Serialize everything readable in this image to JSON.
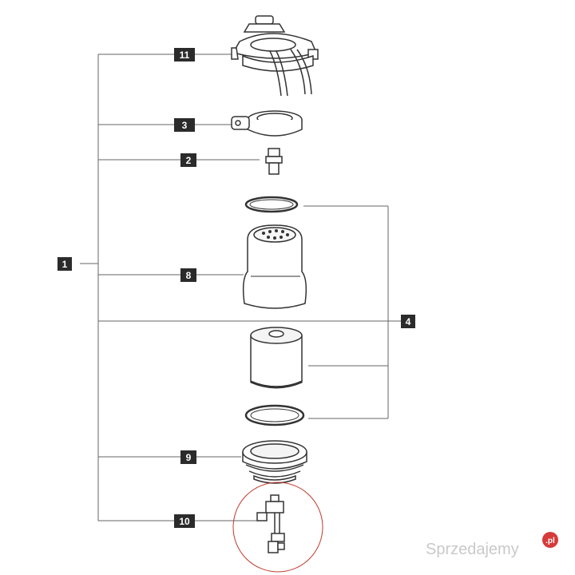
{
  "callouts": {
    "c11": "11",
    "c3": "3",
    "c2": "2",
    "c1": "1",
    "c8": "8",
    "c4": "4",
    "c9": "9",
    "c10": "10"
  },
  "watermark": {
    "text": "Sprzedajemy",
    "suffix": ".pl"
  },
  "colors": {
    "label_bg": "#2b2b2b",
    "line": "#555555",
    "highlight": "#c0392b"
  }
}
